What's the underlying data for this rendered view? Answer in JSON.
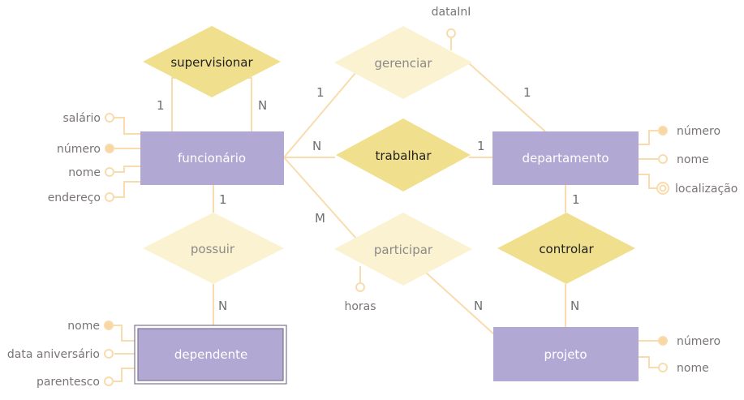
{
  "colors": {
    "entity_fill": "#b1a8d4",
    "entity_text": "#ffffff",
    "rel_strong_fill": "#f0df8c",
    "rel_strong_text": "#222222",
    "rel_weak_fill": "#faf2d0",
    "rel_weak_text": "#8c8a88",
    "line": "#f8dcae",
    "attr_text": "#7a7474",
    "key_dot": "#f8d7a2",
    "weak_entity_border": "#7d7490"
  },
  "entities": {
    "funcionario": "funcionário",
    "departamento": "departamento",
    "dependente": "dependente",
    "projeto": "projeto"
  },
  "relationships": {
    "supervisionar": "supervisionar",
    "gerenciar": "gerenciar",
    "trabalhar": "trabalhar",
    "possuir": "possuir",
    "participar": "participar",
    "controlar": "controlar"
  },
  "attributes": {
    "funcionario": [
      "salário",
      "número",
      "nome",
      "endereço"
    ],
    "departamento": [
      "número",
      "nome",
      "localização"
    ],
    "dependente": [
      "nome",
      "data aniversário",
      "parentesco"
    ],
    "projeto": [
      "número",
      "nome"
    ],
    "gerenciar": "dataInI",
    "participar": "horas"
  },
  "cardinalities": {
    "supervisionar_left": "1",
    "supervisionar_right": "N",
    "gerenciar_func": "1",
    "gerenciar_depto": "1",
    "trabalhar_func": "N",
    "trabalhar_depto": "1",
    "participar_func": "M",
    "participar_proj": "N",
    "possuir_func": "1",
    "possuir_dep": "N",
    "controlar_depto": "1",
    "controlar_proj": "N"
  }
}
